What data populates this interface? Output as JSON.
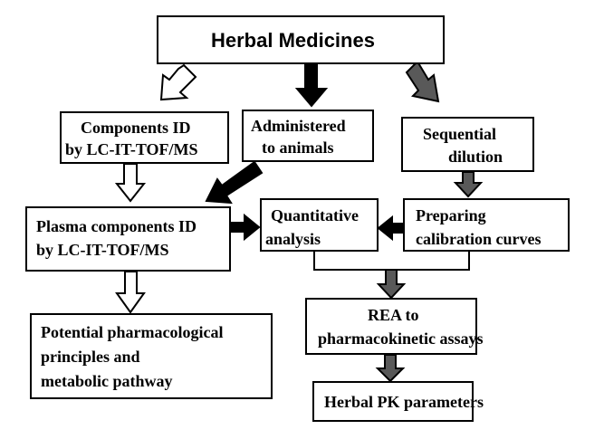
{
  "title": "Herbal Medicines",
  "nodes": {
    "components_id": [
      "Components ID",
      "by LC-IT-TOF/MS"
    ],
    "administered": [
      "Administered",
      "to animals"
    ],
    "sequential_dilution": [
      "Sequential",
      "dilution"
    ],
    "plasma_components_id": [
      "Plasma components ID",
      "by LC-IT-TOF/MS"
    ],
    "quantitative_analysis": [
      "Quantitative",
      "analysis"
    ],
    "preparing_calibration": [
      "Preparing",
      "calibration curves"
    ],
    "potential_principles": [
      "Potential pharmacological",
      "principles and",
      "metabolic pathway"
    ],
    "rea": [
      "REA to",
      "pharmacokinetic assays"
    ],
    "herbal_pk": "Herbal PK parameters"
  },
  "colors": {
    "stroke": "#000000",
    "fill_black": "#000000",
    "fill_gray": "#595959",
    "fill_white": "#ffffff"
  }
}
